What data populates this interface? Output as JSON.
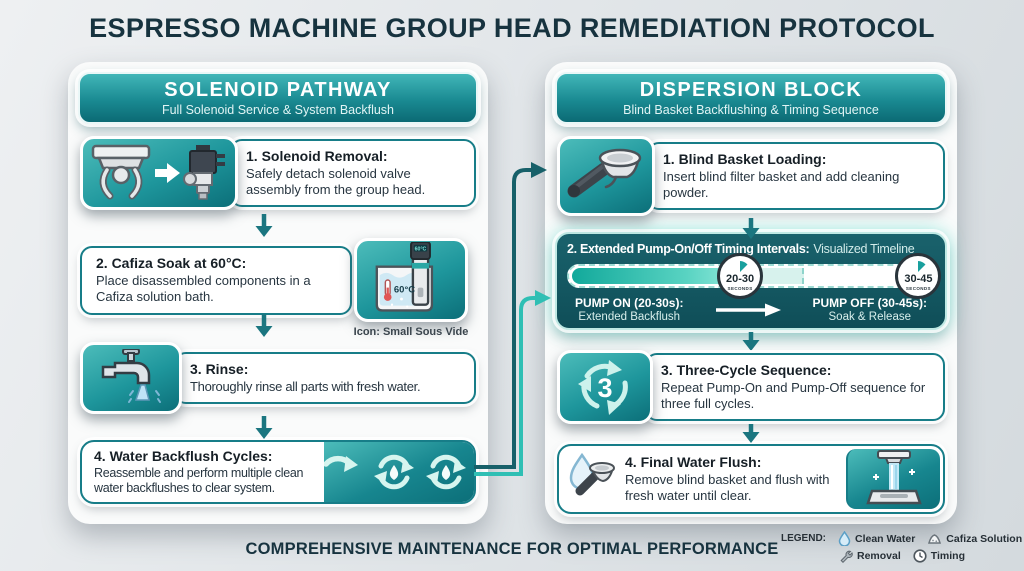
{
  "title": "ESPRESSO MACHINE GROUP HEAD REMEDIATION PROTOCOL",
  "footer": "COMPREHENSIVE MAINTENANCE FOR OPTIMAL PERFORMANCE",
  "colors": {
    "accent_teal": "#0f6f79",
    "accent_bright": "#2ec4b6",
    "header_gradient_top": "#3ab2b4",
    "header_gradient_bottom": "#0b6a74",
    "timing_panel": "#11525c",
    "title_text": "#17333f"
  },
  "left": {
    "title": "SOLENOID PATHWAY",
    "subtitle": "Full Solenoid Service & System Backflush",
    "steps": [
      {
        "heading": "1. Solenoid Removal:",
        "body": "Safely detach solenoid valve assembly from the group head.",
        "icon": "group-head-to-solenoid-valve"
      },
      {
        "heading": "2. Cafiza Soak at 60°C:",
        "body": "Place disassembled components in a Cafiza solution bath.",
        "icon": "sous-vide-bath",
        "icon_caption": "Icon: Small Sous Vide",
        "device_temp": "60°C",
        "water_temp": "60°C"
      },
      {
        "heading": "3. Rinse:",
        "body": "Thoroughly rinse all parts with fresh water.",
        "icon": "faucet"
      },
      {
        "heading": "4. Water Backflush Cycles:",
        "body": "Reassemble and perform multiple clean water backflushes to clear system.",
        "icon": "water-recycle-cycles"
      }
    ]
  },
  "right": {
    "title": "DISPERSION BLOCK",
    "subtitle": "Blind Basket Backflushing & Timing Sequence",
    "steps": [
      {
        "heading": "1. Blind Basket Loading:",
        "body": "Insert blind filter basket and add cleaning powder.",
        "icon": "portafilter"
      },
      {
        "heading_bold": "2. Extended Pump-On/Off Timing Intervals:",
        "heading_rest": "Visualized Timeline",
        "badge_on": {
          "value": "20-30",
          "unit": "SECONDS"
        },
        "badge_off": {
          "value": "30-45",
          "unit": "SECONDS"
        },
        "pump_on": {
          "title": "PUMP ON (20-30s):",
          "sub": "Extended Backflush"
        },
        "pump_off": {
          "title": "PUMP OFF (30-45s):",
          "sub": "Soak & Release"
        }
      },
      {
        "heading": "3. Three-Cycle Sequence:",
        "body": "Repeat Pump-On and Pump-Off sequence for three full cycles.",
        "icon": "three-cycle-arrows",
        "cycle_count": "3"
      },
      {
        "heading": "4. Final Water Flush:",
        "body": "Remove blind basket and flush with fresh water until clear.",
        "icon_left": "water-drop-portafilter",
        "icon_right": "group-head-flush"
      }
    ]
  },
  "legend": {
    "label": "LEGEND:",
    "items": [
      {
        "icon": "water-drop-icon",
        "label": "Clean Water"
      },
      {
        "icon": "cafiza-solution-icon",
        "label": "Cafiza Solution"
      },
      {
        "icon": "wrench-icon",
        "label": "Removal"
      },
      {
        "icon": "clock-icon",
        "label": "Timing"
      }
    ]
  }
}
